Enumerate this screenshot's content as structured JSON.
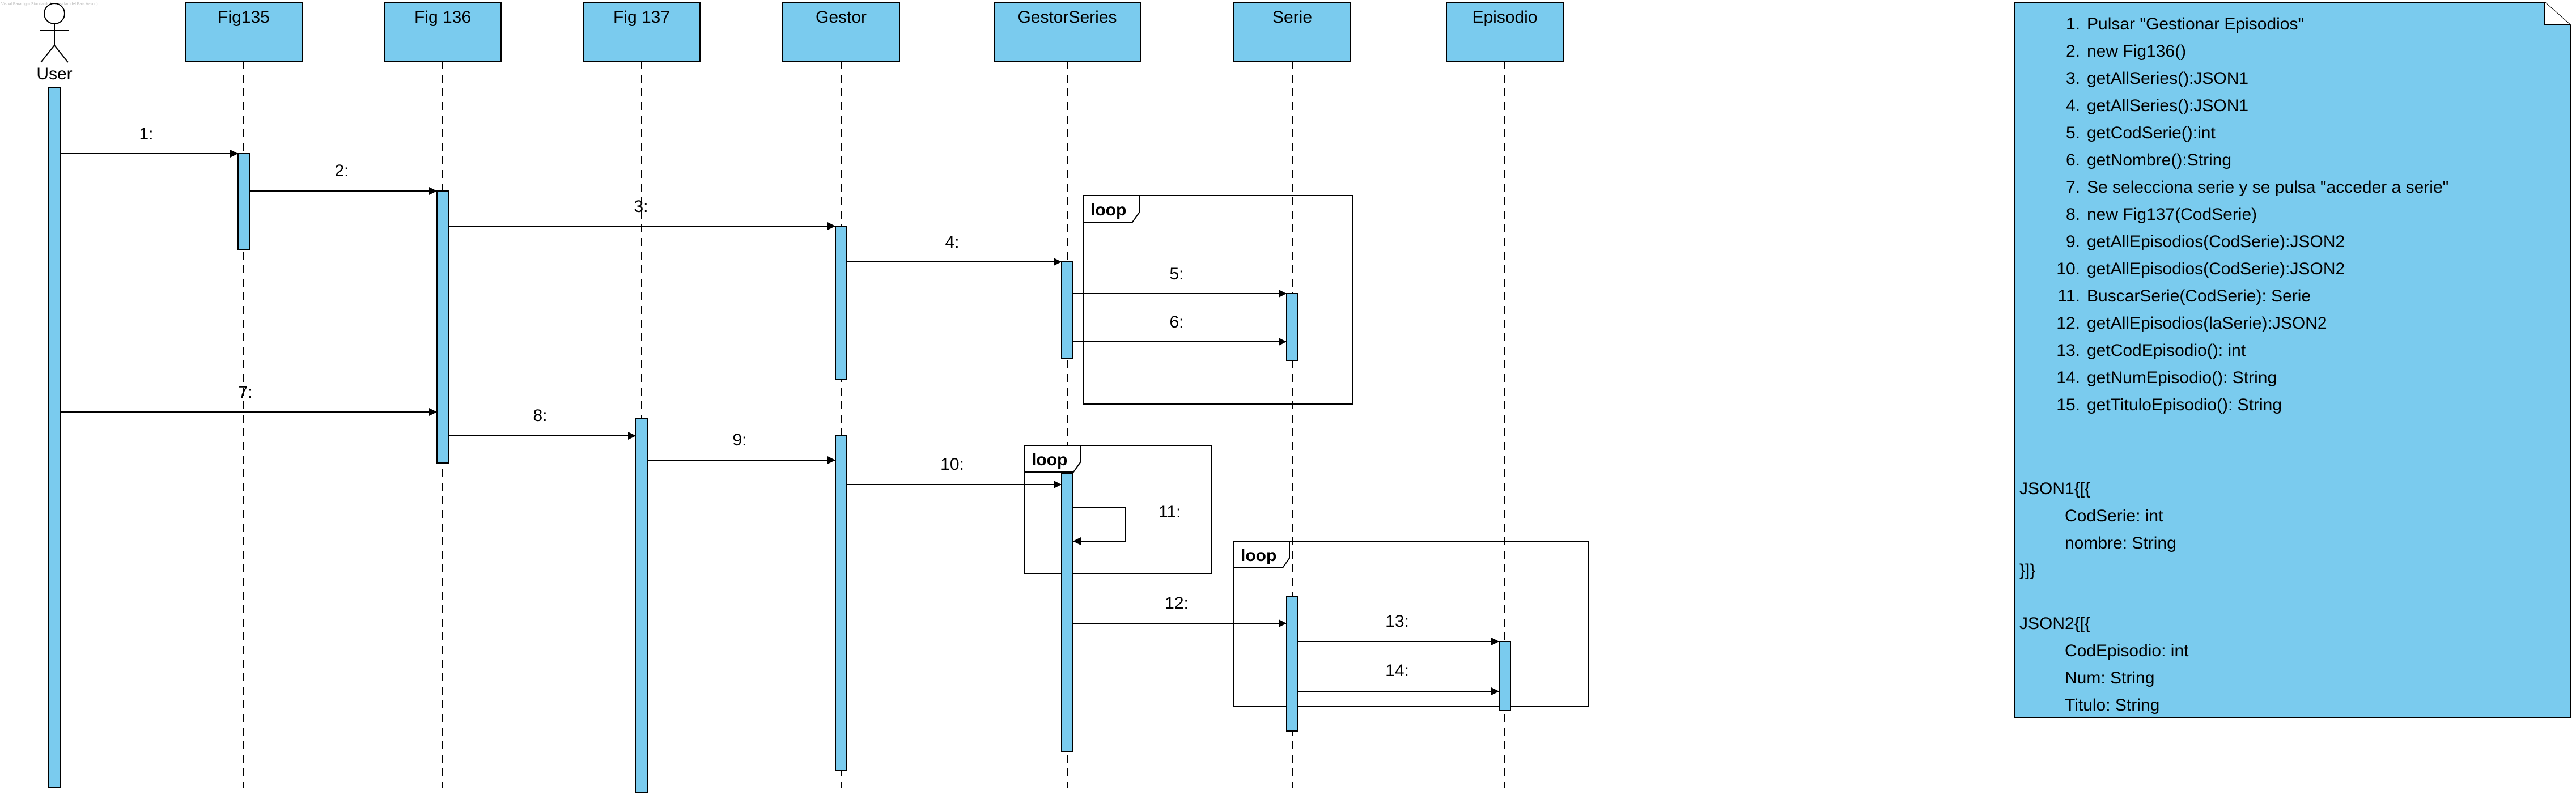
{
  "colors": {
    "fill": "#7acbee",
    "stroke": "#000000",
    "background": "#ffffff"
  },
  "watermark": "Visual Paradigm Standard(Universidad del Pais Vasco)",
  "actor": {
    "name": "User",
    "icon": "stick-figure-icon"
  },
  "lifelines": [
    {
      "name": "Fig135"
    },
    {
      "name": "Fig 136"
    },
    {
      "name": "Fig 137"
    },
    {
      "name": "Gestor"
    },
    {
      "name": "GestorSeries"
    },
    {
      "name": "Serie"
    },
    {
      "name": "Episodio"
    }
  ],
  "messages": [
    {
      "label": "1:",
      "from": "User",
      "to": "Fig135"
    },
    {
      "label": "2:",
      "from": "Fig135",
      "to": "Fig 136"
    },
    {
      "label": "3:",
      "from": "Fig 136",
      "to": "Gestor"
    },
    {
      "label": "4:",
      "from": "Gestor",
      "to": "GestorSeries"
    },
    {
      "label": "5:",
      "from": "GestorSeries",
      "to": "Serie"
    },
    {
      "label": "6:",
      "from": "GestorSeries",
      "to": "Serie"
    },
    {
      "label": "7:",
      "from": "User",
      "to": "Fig 136"
    },
    {
      "label": "8:",
      "from": "Fig 136",
      "to": "Fig 137"
    },
    {
      "label": "9:",
      "from": "Fig 137",
      "to": "Gestor"
    },
    {
      "label": "10:",
      "from": "Gestor",
      "to": "GestorSeries"
    },
    {
      "label": "11:",
      "from": "GestorSeries",
      "to": "GestorSeries"
    },
    {
      "label": "12:",
      "from": "GestorSeries",
      "to": "Serie"
    },
    {
      "label": "13:",
      "from": "Serie",
      "to": "Episodio"
    },
    {
      "label": "14:",
      "from": "Serie",
      "to": "Episodio"
    }
  ],
  "fragments": [
    {
      "label": "loop"
    },
    {
      "label": "loop"
    },
    {
      "label": "loop"
    }
  ],
  "note": {
    "steps": [
      "Pulsar \"Gestionar Episodios\"",
      "new Fig136()",
      "getAllSeries():JSON1",
      "getAllSeries():JSON1",
      "getCodSerie():int",
      "getNombre():String",
      "Se selecciona serie y se pulsa \"acceder a serie\"",
      "new Fig137(CodSerie)",
      "getAllEpisodios(CodSerie):JSON2",
      "getAllEpisodios(CodSerie):JSON2",
      "BuscarSerie(CodSerie): Serie",
      "getAllEpisodios(laSerie):JSON2",
      "getCodEpisodio(): int",
      "getNumEpisodio(): String",
      "getTituloEpisodio(): String"
    ],
    "json1": [
      "JSON1{[{",
      "CodSerie: int",
      "nombre: String",
      "}]}"
    ],
    "json2": [
      "JSON2{[{",
      "CodEpisodio: int",
      "Num: String",
      "Titulo: String"
    ]
  }
}
